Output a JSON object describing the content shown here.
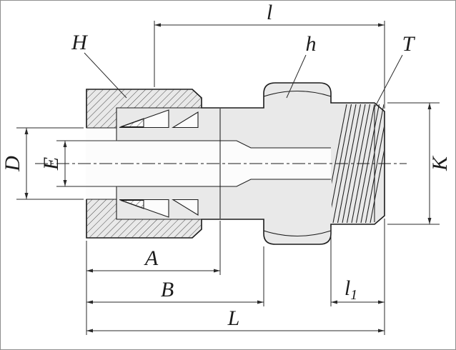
{
  "drawing": {
    "description": "Cross-section technical drawing of a male connector tube fitting with dimension callouts",
    "callouts": {
      "nut": "H",
      "hex": "h",
      "thread": "T"
    },
    "dimensions": {
      "top_length": "l",
      "tube_diameter": "D",
      "bore_diameter": "E",
      "thread_od": "K",
      "nut_length": "A",
      "body_length": "B",
      "thread_length_main": "l",
      "thread_length_sub": "1",
      "overall_length": "L"
    }
  },
  "colors": {
    "line": "#1c1c1c",
    "dim": "#2a2a2a",
    "fill": "#e9e9e9",
    "bore": "#fcfcfc",
    "hatch": "#4a4a4a",
    "frame": "#8f8f8f",
    "bg": "#ffffff"
  }
}
